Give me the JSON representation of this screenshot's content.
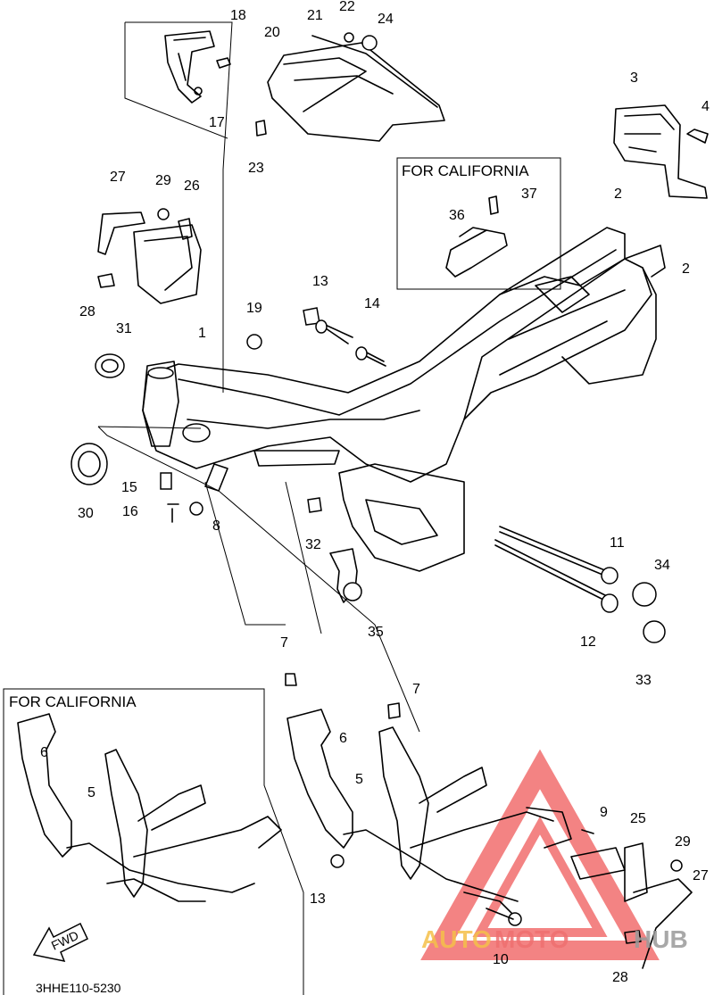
{
  "diagram": {
    "box_titles": [
      "FOR CALIFORNIA",
      "FOR CALIFORNIA"
    ],
    "part_labels": [
      "1",
      "2",
      "2",
      "3",
      "4",
      "5",
      "5",
      "6",
      "6",
      "7",
      "7",
      "8",
      "9",
      "10",
      "11",
      "12",
      "13",
      "14",
      "15",
      "16",
      "17",
      "18",
      "19",
      "20",
      "21",
      "22",
      "23",
      "24",
      "25",
      "26",
      "27",
      "27",
      "28",
      "28",
      "29",
      "29",
      "30",
      "31",
      "32",
      "33",
      "34",
      "35",
      "36",
      "37",
      "13"
    ],
    "fwd_label": "FWD",
    "drawing_code": "3HHE110-5230"
  },
  "watermark": {
    "part1": "AUTO",
    "part2": "MOTO",
    "part3": "HUB",
    "colors": {
      "auto": "#f5c04a",
      "moto": "#ef7070",
      "hub": "#9a9a9a",
      "triangle": "#ef5a5a"
    }
  }
}
